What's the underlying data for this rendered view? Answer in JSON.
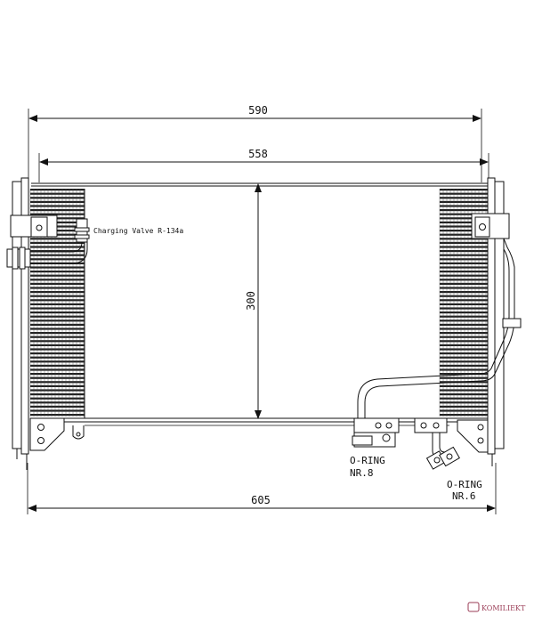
{
  "dimensions": {
    "overall_width": "590",
    "core_width": "558",
    "core_height": "300",
    "total_width": "605"
  },
  "labels": {
    "charging_valve": "Charging Valve R-134a",
    "oring_left_line1": "O-RING",
    "oring_left_line2": "NR.8",
    "oring_right_line1": "O-RING",
    "oring_right_line2": "NR.6"
  },
  "watermark": {
    "text": "KOMILIEKT"
  },
  "colors": {
    "line": "#111111",
    "watermark": "#9a3b55"
  }
}
